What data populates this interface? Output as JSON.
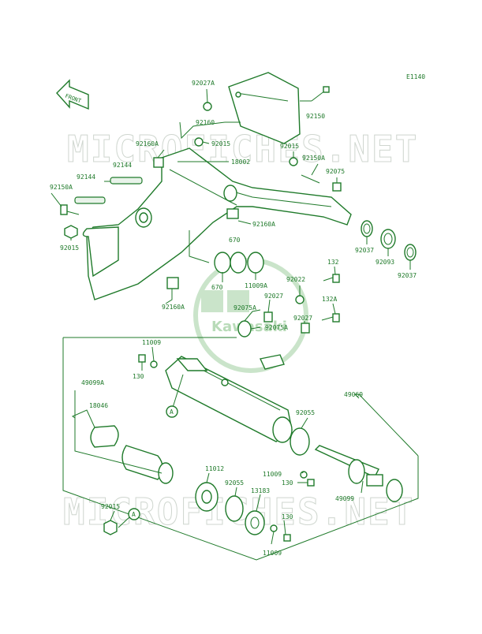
{
  "diagram": {
    "ref_code": "E1140",
    "front_label": "FRONT",
    "watermark_text": "MICROFICHES.NET",
    "logo_text": "Kawasaki",
    "colors": {
      "line": "#1f7a2a",
      "watermark": "#cfd6cf",
      "logo_fill": "#9fcf9f"
    },
    "labels": {
      "p92027A": "92027A",
      "p92160": "92160",
      "p92150": "92150",
      "p92160A_1": "92160A",
      "p92015_1": "92015",
      "p18002": "18002",
      "p92015_2": "92015",
      "p92150A_1": "92150A",
      "p92144_1": "92144",
      "p92144_2": "92144",
      "p92075": "92075",
      "p92150A_2": "92150A",
      "p92160A_2": "92160A",
      "p92015_3": "92015",
      "p670_1": "670",
      "p670_2": "670",
      "p11009A": "11009A",
      "p92022": "92022",
      "p132": "132",
      "p92037_1": "92037",
      "p92093": "92093",
      "p92037_2": "92037",
      "p92160A_3": "92160A",
      "p92027_1": "92027",
      "p92075A_1": "92075A",
      "p132A": "132A",
      "p92075A_2": "92075A",
      "p92027_2": "92027",
      "p11009_1": "11009",
      "p130_1": "130",
      "p49099A": "49099A",
      "p18046": "18046",
      "p49069": "49069",
      "pA_1": "A",
      "p92055_1": "92055",
      "p11012": "11012",
      "p92055_2": "92055",
      "p11009_2": "11009",
      "p130_2": "130",
      "p13183": "13183",
      "p49099": "49099",
      "p92015_4": "92015",
      "pA_2": "A",
      "p130_3": "130",
      "p11009_3": "11009"
    }
  }
}
